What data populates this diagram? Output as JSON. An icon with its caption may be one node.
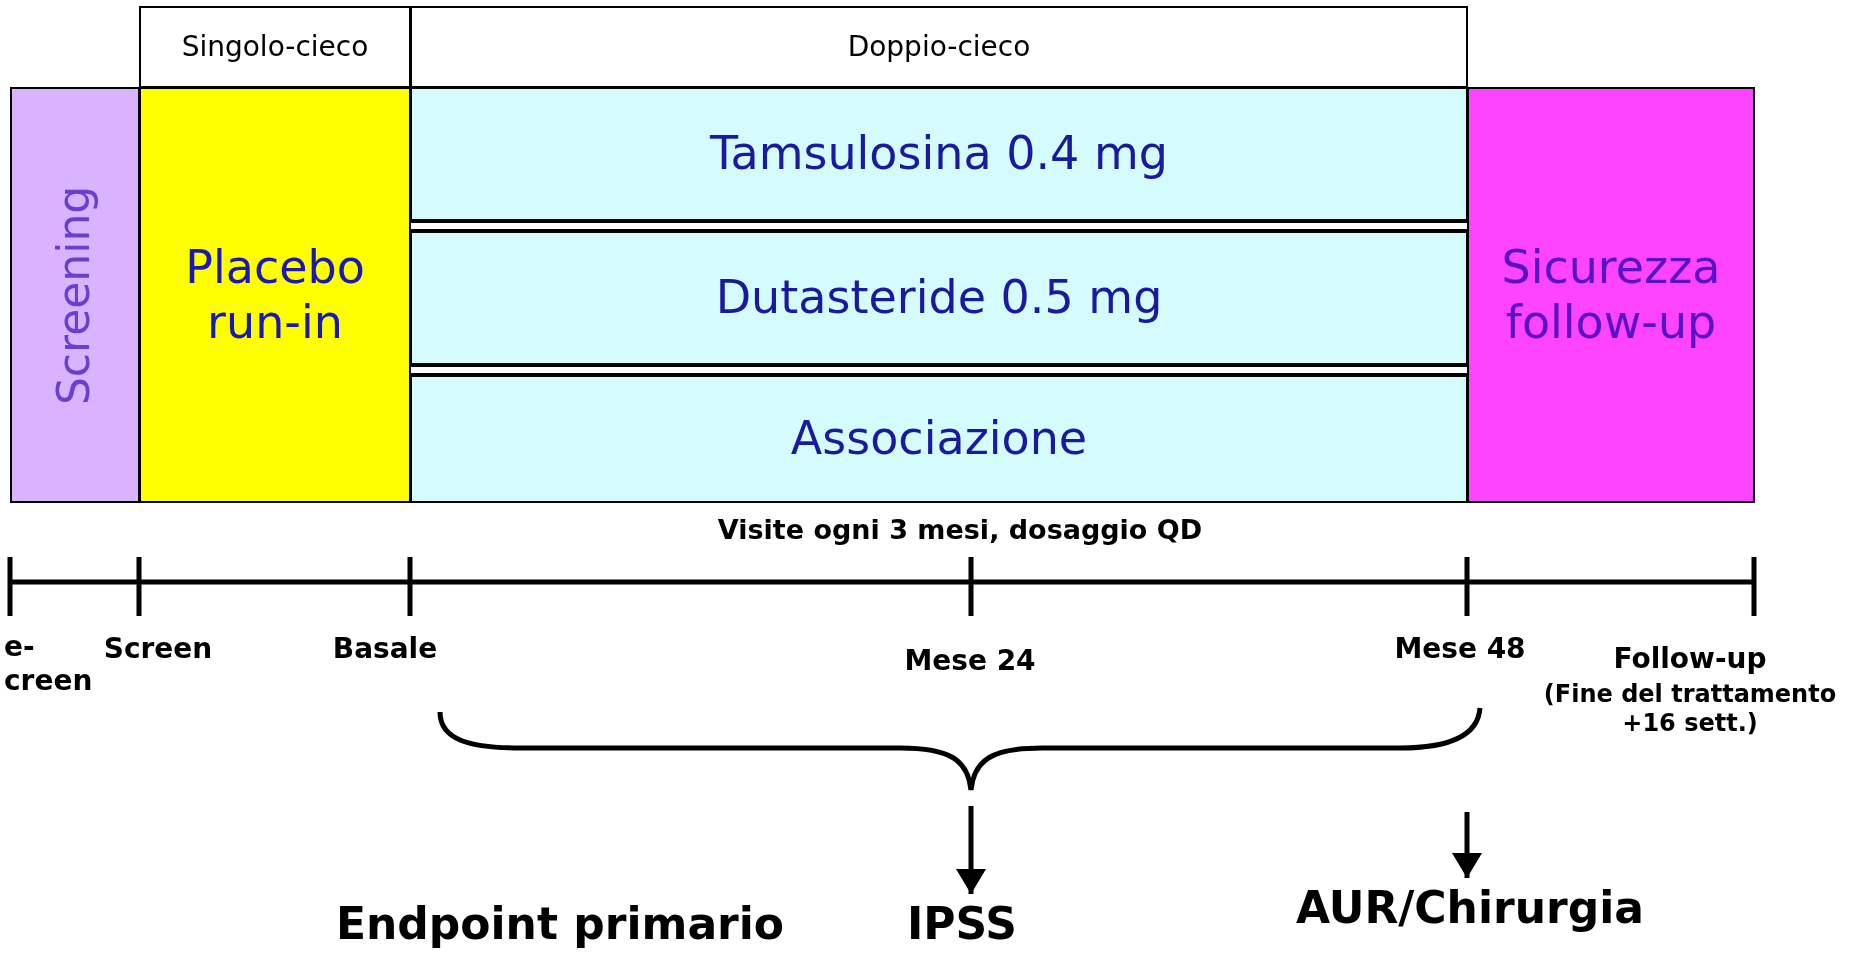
{
  "diagram": {
    "nodes": [
      {
        "text": [
          "Singolo-cieco"
        ]
      },
      {
        "text": [
          "Doppio-cieco"
        ]
      },
      {
        "text": [
          "Screening"
        ]
      },
      {
        "text": [
          "Placebo run-in"
        ]
      },
      {
        "text": [
          "Tamsulosina 0.4 mg"
        ]
      },
      {
        "text": [
          "Dutasteride 0.5 mg"
        ]
      },
      {
        "text": [
          "Associazione"
        ]
      },
      {
        "text": [
          "Sicurezza follow-up"
        ]
      },
      {
        "text": [
          "IPSS"
        ]
      },
      {
        "text": [
          "AUR/Chirurgia"
        ]
      }
    ],
    "edges": [
      {
        "from": null,
        "to": 8,
        "arrow": "to"
      },
      {
        "from": null,
        "to": 9,
        "arrow": "to"
      }
    ],
    "labels": [
      "Visite ogni 3 mesi, dosaggio QD",
      "e- creen",
      "Screen",
      "Basale",
      "Mese 24",
      "Mese 48",
      "Follow-up",
      "(Fine del trattamento +16 sett.)",
      "Endpoint primario"
    ]
  }
}
